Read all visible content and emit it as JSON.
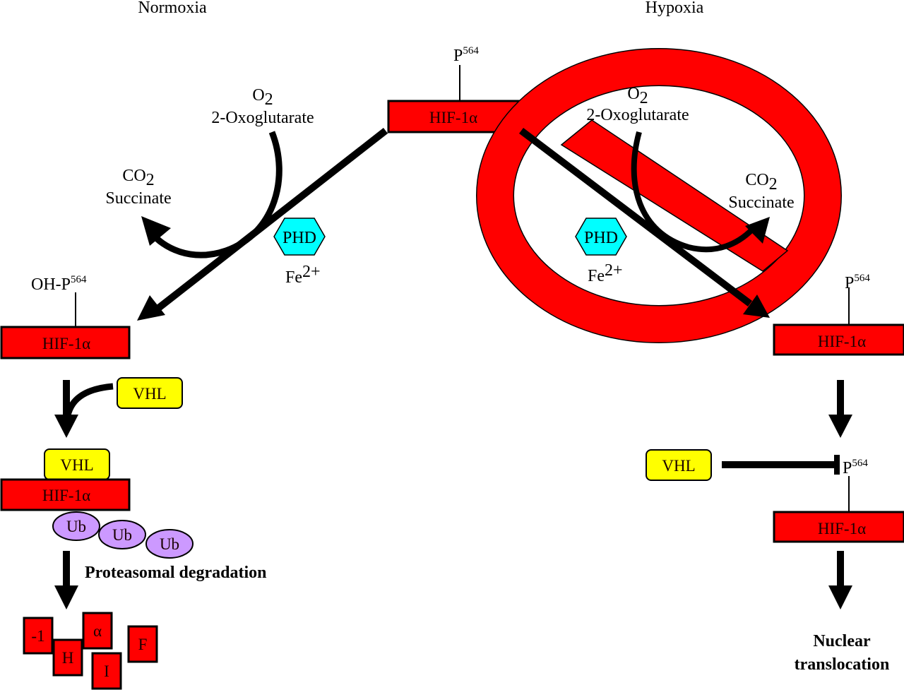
{
  "titles": {
    "left": "Normoxia",
    "right": "Hypoxia"
  },
  "colors": {
    "hif_box": "#ff0000",
    "vhl_box": "#ffff00",
    "phd_hex": "#00ffff",
    "ubiquitin": "#cc99ff",
    "no_sign": "#ff0000",
    "arrow": "#000000"
  },
  "center": {
    "hif": "HIF-1α",
    "site": "P",
    "site_sup": "564"
  },
  "normoxia": {
    "substrate_top": "O",
    "substrate_top_sub": "2",
    "substrate_bottom": "2-Oxoglutarate",
    "product_top": "CO",
    "product_top_sub": "2",
    "product_bottom": "Succinate",
    "enzyme": "PHD",
    "cofactor": "Fe",
    "cofactor_sup": "2+",
    "hydroxylated_site": "OH-P",
    "hydroxylated_site_sup": "564",
    "hif": "HIF-1α",
    "vhl": "VHL",
    "complex_vhl": "VHL",
    "complex_hif": "HIF-1α",
    "ubiquitins": [
      "Ub",
      "Ub",
      "Ub"
    ],
    "degradation_label": "Proteasomal degradation",
    "fragments": [
      "-1",
      "H",
      "α",
      "I",
      "F"
    ]
  },
  "hypoxia": {
    "substrate_top": "O",
    "substrate_top_sub": "2",
    "substrate_bottom": "2-Oxoglutarate",
    "product_top": "CO",
    "product_top_sub": "2",
    "product_bottom": "Succinate",
    "enzyme": "PHD",
    "cofactor": "Fe",
    "cofactor_sup": "2+",
    "site": "P",
    "site_sup": "564",
    "hif": "HIF-1α",
    "vhl": "VHL",
    "blocked_site": "P",
    "blocked_site_sup": "564",
    "hif_bottom": "HIF-1α",
    "outcome_line1": "Nuclear",
    "outcome_line2": "translocation"
  }
}
